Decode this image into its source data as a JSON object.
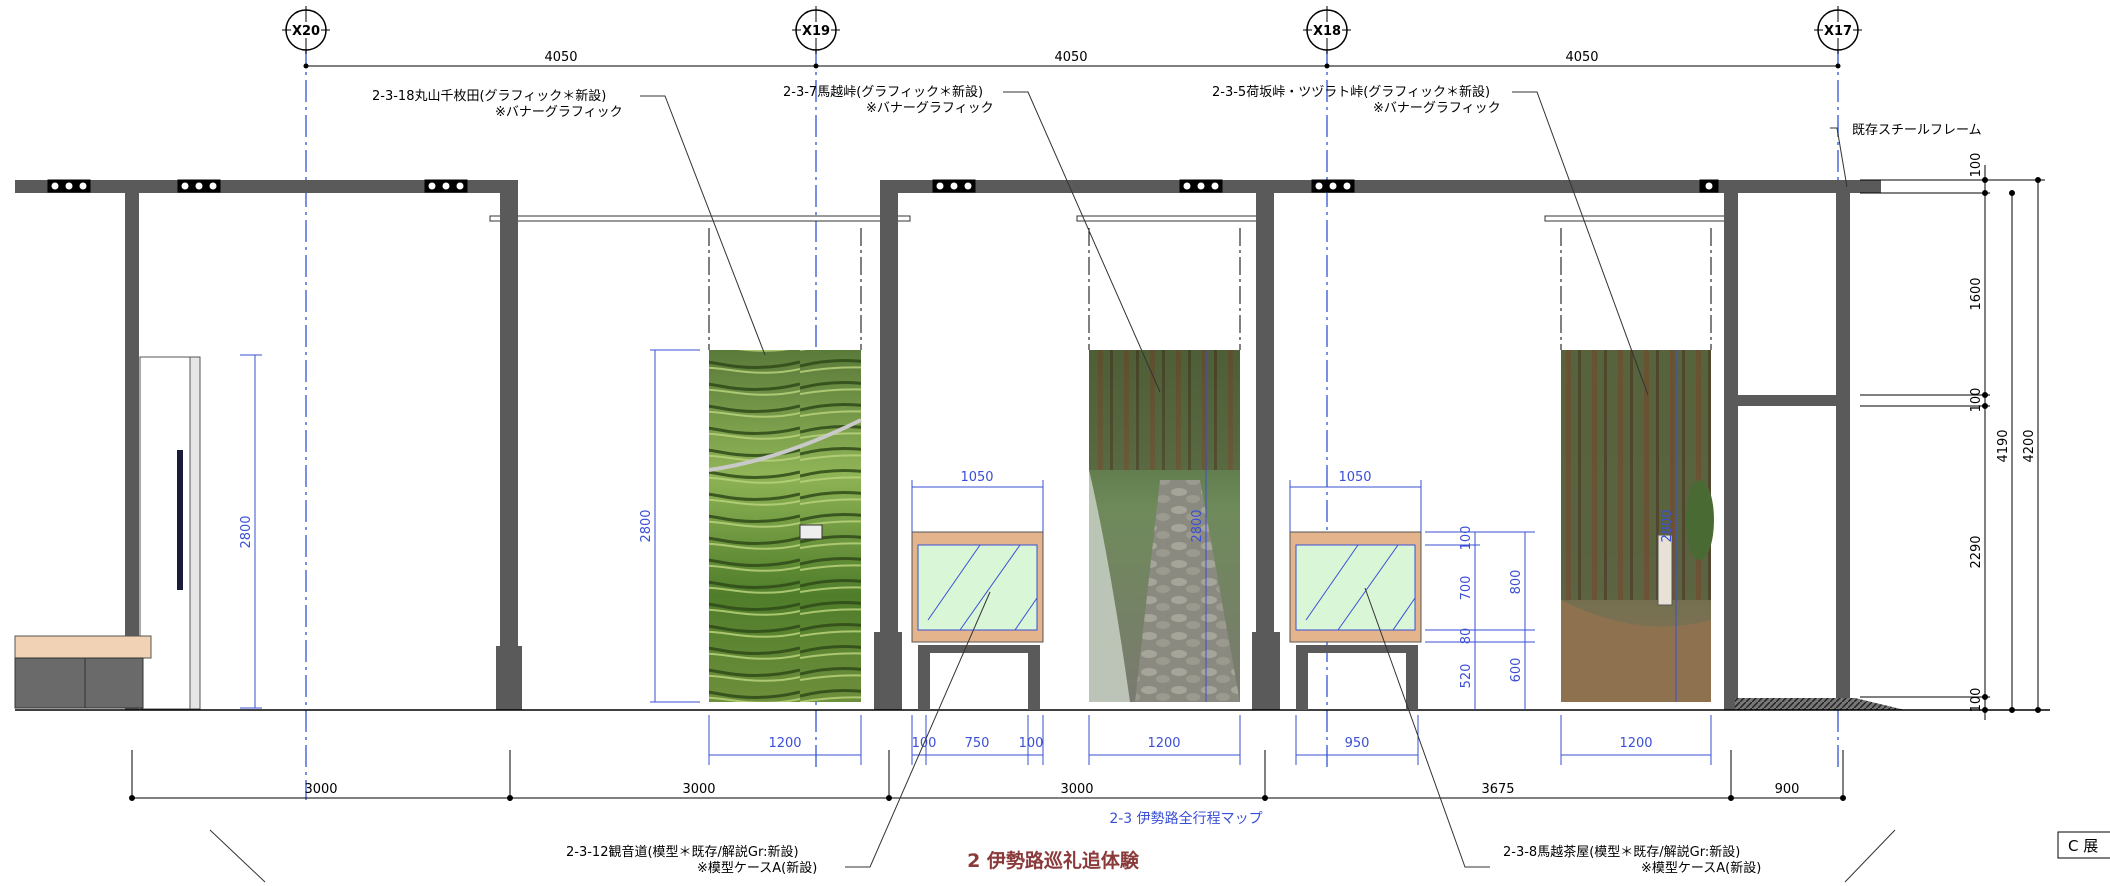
{
  "grid_axes": [
    "X20",
    "X19",
    "X18",
    "X17"
  ],
  "top_dimensions": [
    "4050",
    "4050",
    "4050"
  ],
  "callouts": {
    "c1_line1": "2-3-18丸山千枚田(グラフィック＊新設)",
    "c1_line2": "※バナーグラフィック",
    "c2_line1": "2-3-7馬越峠(グラフィック＊新設)",
    "c2_line2": "※バナーグラフィック",
    "c3_line1": "2-3-5荷坂峠・ツヅラト峠(グラフィック＊新設)",
    "c3_line2": "※バナーグラフィック",
    "steel_frame": "既存スチールフレーム",
    "b1_line1": "2-3-12観音道(模型＊既存/解説Gr:新設)",
    "b1_line2": "※模型ケースA(新設)",
    "b2_line1": "2-3-8馬越茶屋(模型＊既存/解説Gr:新設)",
    "b2_line2": "※模型ケースA(新設)"
  },
  "right_dimensions": [
    "100",
    "1600",
    "100",
    "2290",
    "100",
    "4190",
    "4200"
  ],
  "blue_dimensions": {
    "h2800": "2800",
    "case_width": "1050",
    "case_parts": [
      "100",
      "700",
      "80",
      "520",
      "800",
      "600"
    ],
    "banner_widths": [
      "1200",
      "1200",
      "1200"
    ],
    "case_plan_a": [
      "100",
      "750",
      "100"
    ],
    "case_plan_b": "950"
  },
  "bottom_dimensions": [
    "3000",
    "3000",
    "3000",
    "3675",
    "900"
  ],
  "map_label": "2-3 伊勢路全行程マップ",
  "section_title": "2 伊勢路巡礼追体験",
  "edge_label": "C 展",
  "colors": {
    "frame": "#5a5a5a",
    "dimension_blue": "#3a4fd6",
    "center_line": "#4a6bd8",
    "case_glass": "#d9f7d6",
    "case_wood": "#e4b58c",
    "title_red": "#8a3a3a"
  }
}
